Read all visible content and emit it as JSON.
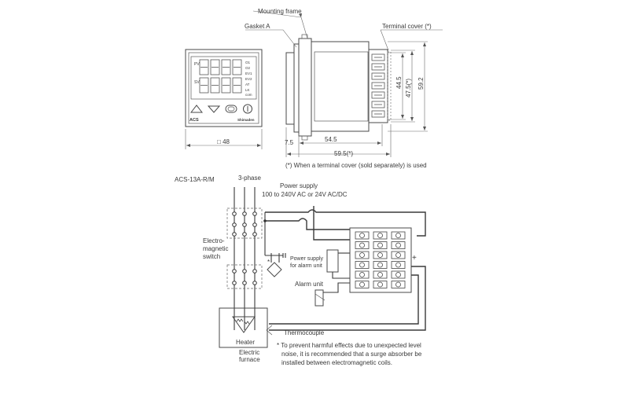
{
  "dimensions": {
    "mounting_frame": "Mounting frame",
    "gasket": "Gasket A",
    "terminal_cover": "Terminal cover (*)",
    "front_size": "□ 48",
    "d_7_5": "7.5",
    "d_54_5": "54.5",
    "d_59_5": "59.5(*)",
    "d_44_5": "44.5",
    "d_47_5": "47.5(*)",
    "d_59_2": "59.2",
    "footnote": "(*) When a terminal cover (sold separately) is used"
  },
  "front_panel": {
    "brand_left": "ACS",
    "brand_right": "Shimaden",
    "ind_o1": "O1",
    "ind_o2": "O2",
    "ind_ev1": "EV1",
    "ind_ev2": "EV2",
    "ind_at": "AT",
    "ind_lk": "LK",
    "ind_com": "com",
    "pv": "PV",
    "sv": "SV"
  },
  "wiring": {
    "model": "ACS-13A-R/M",
    "three_phase": "3-phase",
    "power_supply": "Power supply",
    "power_spec": "100 to 240V AC or 24V AC/DC",
    "em_switch": [
      "Electro-",
      "magnetic",
      "switch"
    ],
    "alarm_power": [
      "Power supply",
      "for alarm unit"
    ],
    "alarm_unit": "Alarm unit",
    "thermocouple": "Thermocouple",
    "heater": "Heater",
    "furnace": [
      "Electric",
      "furnace"
    ],
    "asterisk": "*",
    "plus": "+",
    "note": [
      "* To prevent harmful effects due to unexpected level",
      "noise, it is recommended that a surge absorber be",
      "installed between electromagnetic coils."
    ]
  }
}
